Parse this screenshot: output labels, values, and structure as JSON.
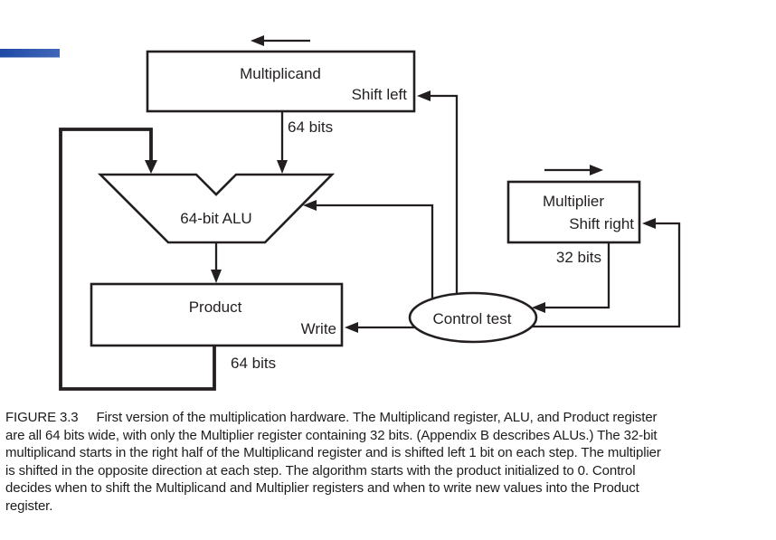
{
  "figure": {
    "accent_bar": {
      "color_left": "#1e4aa5",
      "color_right": "#4066b8"
    },
    "ink_color": "#231f20",
    "blocks": {
      "multiplicand": {
        "label": "Multiplicand",
        "control": "Shift left",
        "width": "64 bits"
      },
      "alu": {
        "label": "64-bit ALU"
      },
      "product": {
        "label": "Product",
        "control": "Write",
        "width": "64 bits"
      },
      "multiplier": {
        "label": "Multiplier",
        "control": "Shift right",
        "width": "32 bits"
      },
      "control_test": {
        "label": "Control test"
      }
    },
    "icons": {
      "shift_left_direction": "left-arrow",
      "shift_right_direction": "right-arrow"
    }
  },
  "caption": {
    "figure_label": "FIGURE 3.3",
    "lines": [
      "First version of the multiplication hardware. The Multiplicand register, ALU, and Product register",
      "are all 64 bits wide, with only the Multiplier register containing 32 bits. (Appendix B describes ALUs.) The 32-bit",
      "multiplicand starts in the right half of the Multiplicand register and is shifted left 1 bit on each step. The multiplier",
      "is shifted in the opposite direction at each step. The algorithm starts with the product initialized to 0. Control",
      "decides when to shift the Multiplicand and Multiplier registers and when to write new values into the Product",
      "register."
    ]
  }
}
